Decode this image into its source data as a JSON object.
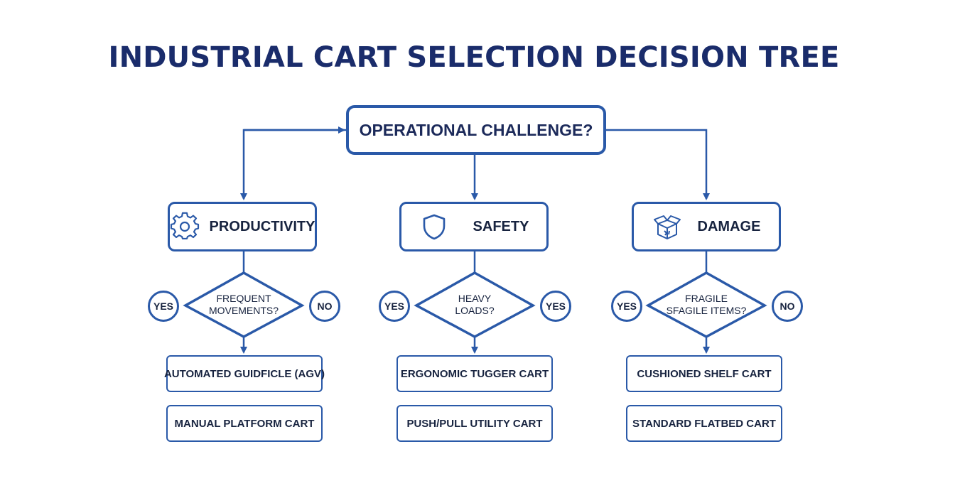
{
  "title": "INDUSTRIAL CART SELECTION DECISION TREE",
  "root": {
    "label": "OPERATIONAL CHALLENGE?"
  },
  "colors": {
    "accent": "#2a59a8",
    "title": "#1a2c6b",
    "text": "#17233f"
  },
  "branches": [
    {
      "category": "PRODUCTIVITY",
      "icon": "gear-icon",
      "question_line1": "FREQUENT",
      "question_line2": "MOVEMENTS?",
      "left_answer": "YES",
      "right_answer": "NO",
      "outcome_1": "AUTOMATED GUIDFICLE (AGV)",
      "outcome_2": "MANUAL PLATFORM CART"
    },
    {
      "category": "SAFETY",
      "icon": "shield-icon",
      "question_line1": "HEAVY",
      "question_line2": "LOADS?",
      "left_answer": "YES",
      "right_answer": "YES",
      "outcome_1": "ERGONOMIC TUGGER CART",
      "outcome_2": "PUSH/PULL UTILITY CART"
    },
    {
      "category": "DAMAGE",
      "icon": "box-icon",
      "question_line1": "FRAGILE",
      "question_line2": "SFAGILE ITEMS?",
      "left_answer": "YES",
      "right_answer": "NO",
      "outcome_1": "CUSHIONED SHELF CART",
      "outcome_2": "STANDARD FLATBED CART"
    }
  ]
}
